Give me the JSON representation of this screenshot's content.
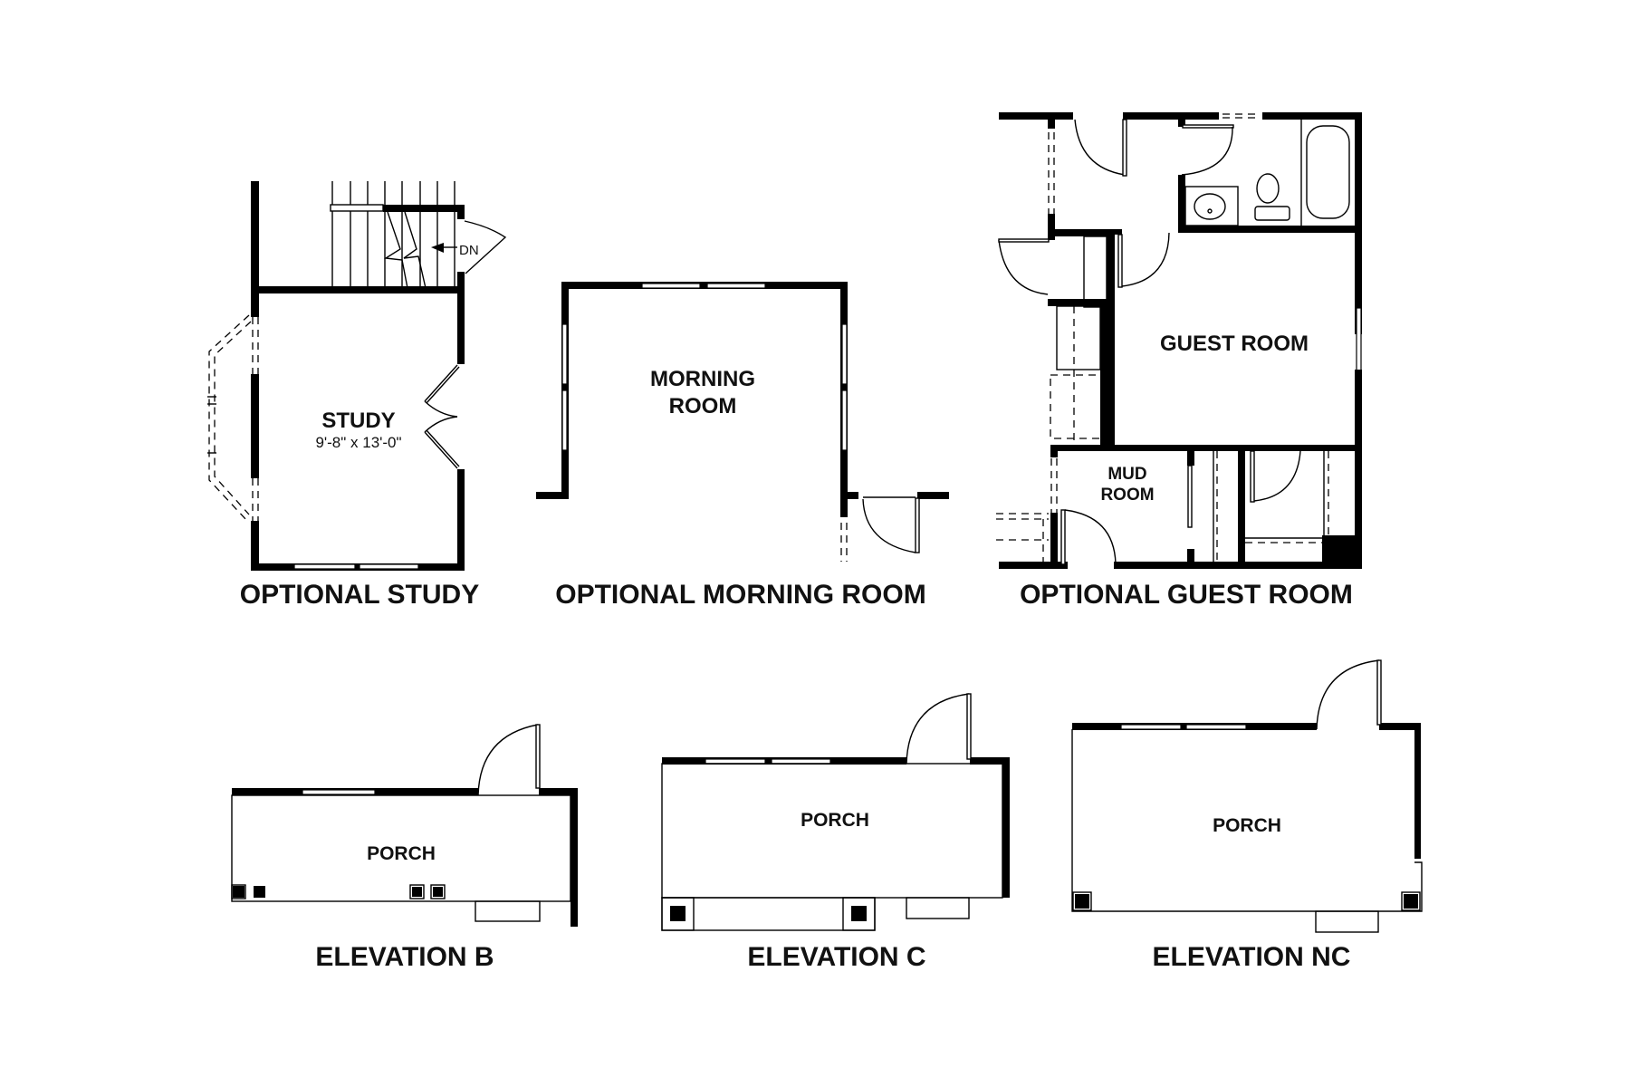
{
  "plans": {
    "study": {
      "title": "OPTIONAL STUDY",
      "room_label": "STUDY",
      "dimensions": "9'-8\" x 13'-0\"",
      "stair_label": "DN"
    },
    "morning_room": {
      "title": "OPTIONAL MORNING ROOM",
      "room_label_line1": "MORNING",
      "room_label_line2": "ROOM"
    },
    "guest_room": {
      "title": "OPTIONAL GUEST ROOM",
      "room_label": "GUEST ROOM",
      "mud_room_line1": "MUD",
      "mud_room_line2": "ROOM"
    },
    "elevation_b": {
      "title": "ELEVATION B",
      "room_label": "PORCH"
    },
    "elevation_c": {
      "title": "ELEVATION C",
      "room_label": "PORCH"
    },
    "elevation_nc": {
      "title": "ELEVATION NC",
      "room_label": "PORCH"
    }
  },
  "colors": {
    "wall": "#000000",
    "background": "#ffffff"
  }
}
